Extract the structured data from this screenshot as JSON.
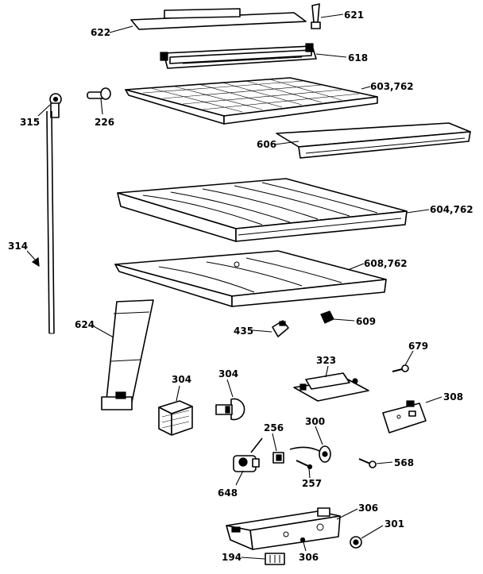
{
  "labels": {
    "l622": "622",
    "l621": "621",
    "l618": "618",
    "l603": "603,762",
    "l315": "315",
    "l226": "226",
    "l606": "606",
    "l604": "604,762",
    "l314": "314",
    "l608": "608,762",
    "l624": "624",
    "l435": "435",
    "l609": "609",
    "l679": "679",
    "l323": "323",
    "l304a": "304",
    "l304b": "304",
    "l308": "308",
    "l256": "256",
    "l300": "300",
    "l568": "568",
    "l257": "257",
    "l648": "648",
    "l306a": "306",
    "l301": "301",
    "l194": "194",
    "l306b": "306"
  }
}
